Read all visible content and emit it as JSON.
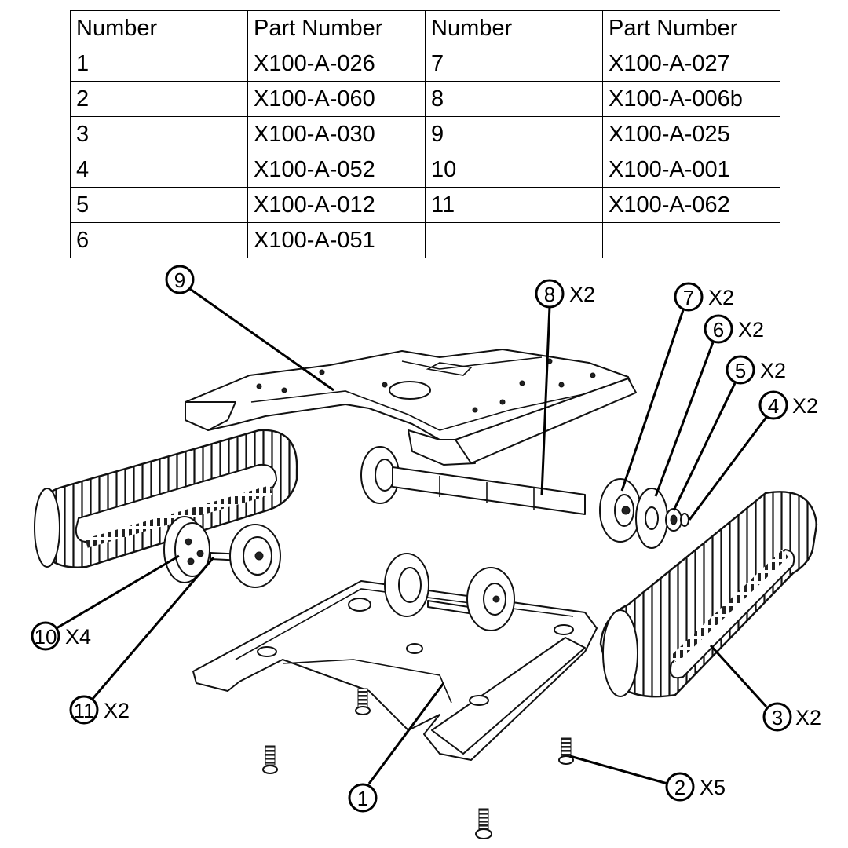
{
  "table": {
    "headers": [
      "Number",
      "Part Number",
      "Number",
      "Part Number"
    ],
    "rows": [
      [
        "1",
        "X100-A-026",
        "7",
        "X100-A-027"
      ],
      [
        "2",
        "X100-A-060",
        "8",
        "X100-A-006b"
      ],
      [
        "3",
        "X100-A-030",
        "9",
        "X100-A-025"
      ],
      [
        "4",
        "X100-A-052",
        "10",
        "X100-A-001"
      ],
      [
        "5",
        "X100-A-012",
        "11",
        "X100-A-062"
      ],
      [
        "6",
        "X100-A-051",
        "",
        ""
      ]
    ]
  },
  "callouts": [
    {
      "id": "9",
      "qty": ""
    },
    {
      "id": "8",
      "qty": "X2"
    },
    {
      "id": "7",
      "qty": "X2"
    },
    {
      "id": "6",
      "qty": "X2"
    },
    {
      "id": "5",
      "qty": "X2"
    },
    {
      "id": "4",
      "qty": "X2"
    },
    {
      "id": "10",
      "qty": "X4"
    },
    {
      "id": "11",
      "qty": "X2"
    },
    {
      "id": "3",
      "qty": "X2"
    },
    {
      "id": "2",
      "qty": "X5"
    },
    {
      "id": "1",
      "qty": ""
    }
  ]
}
